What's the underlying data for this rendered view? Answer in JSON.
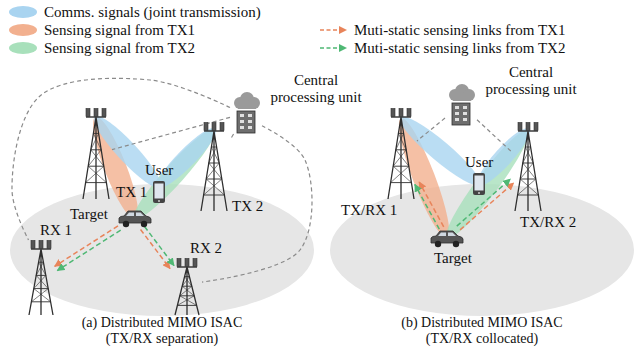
{
  "diagram": {
    "nodes": [
      {
        "text": [
          "Central processing unit"
        ]
      },
      {
        "text": [
          "User"
        ]
      },
      {
        "text": [
          "TX 1"
        ]
      },
      {
        "text": [
          "TX 2"
        ]
      },
      {
        "text": [
          "Target"
        ]
      },
      {
        "text": [
          "RX 1"
        ]
      },
      {
        "text": [
          "RX 2"
        ]
      },
      {
        "text": [
          "Central processing unit"
        ]
      },
      {
        "text": [
          "User"
        ]
      },
      {
        "text": [
          "TX/RX 1"
        ]
      },
      {
        "text": [
          "TX/RX 2"
        ]
      },
      {
        "text": [
          "Target"
        ]
      }
    ],
    "edges": [
      {
        "from": 0,
        "to": 2,
        "arrow": "none"
      },
      {
        "from": 0,
        "to": 3,
        "arrow": "none"
      },
      {
        "from": 0,
        "to": 5,
        "arrow": "none"
      },
      {
        "from": 0,
        "to": 6,
        "arrow": "none"
      },
      {
        "from": 4,
        "to": 5,
        "arrow": "to"
      },
      {
        "from": 4,
        "to": 5,
        "arrow": "to"
      },
      {
        "from": 4,
        "to": 6,
        "arrow": "to"
      },
      {
        "from": 4,
        "to": 6,
        "arrow": "to"
      },
      {
        "from": 7,
        "to": 9,
        "arrow": "none"
      },
      {
        "from": 7,
        "to": 10,
        "arrow": "none"
      },
      {
        "from": 11,
        "to": 9,
        "arrow": "to"
      },
      {
        "from": 11,
        "to": 9,
        "arrow": "to"
      },
      {
        "from": 11,
        "to": 10,
        "arrow": "to"
      },
      {
        "from": 11,
        "to": 10,
        "arrow": "to"
      }
    ],
    "labels": [
      "(a) Distributed MIMO ISAC (TX/RX separation)",
      "(b) Distributed MIMO ISAC (TX/RX collocated)"
    ],
    "legend": [
      {
        "text": "Comms. signals (joint transmission)",
        "color": "#a9d4f0"
      },
      {
        "text": "Sensing signal from TX1",
        "color": "#f2b08f"
      },
      {
        "text": "Sensing signal from TX2",
        "color": "#a8e0bb"
      },
      {
        "text": "Muti-static sensing links from TX1"
      },
      {
        "text": "Muti-static sensing links from TX2"
      }
    ]
  }
}
